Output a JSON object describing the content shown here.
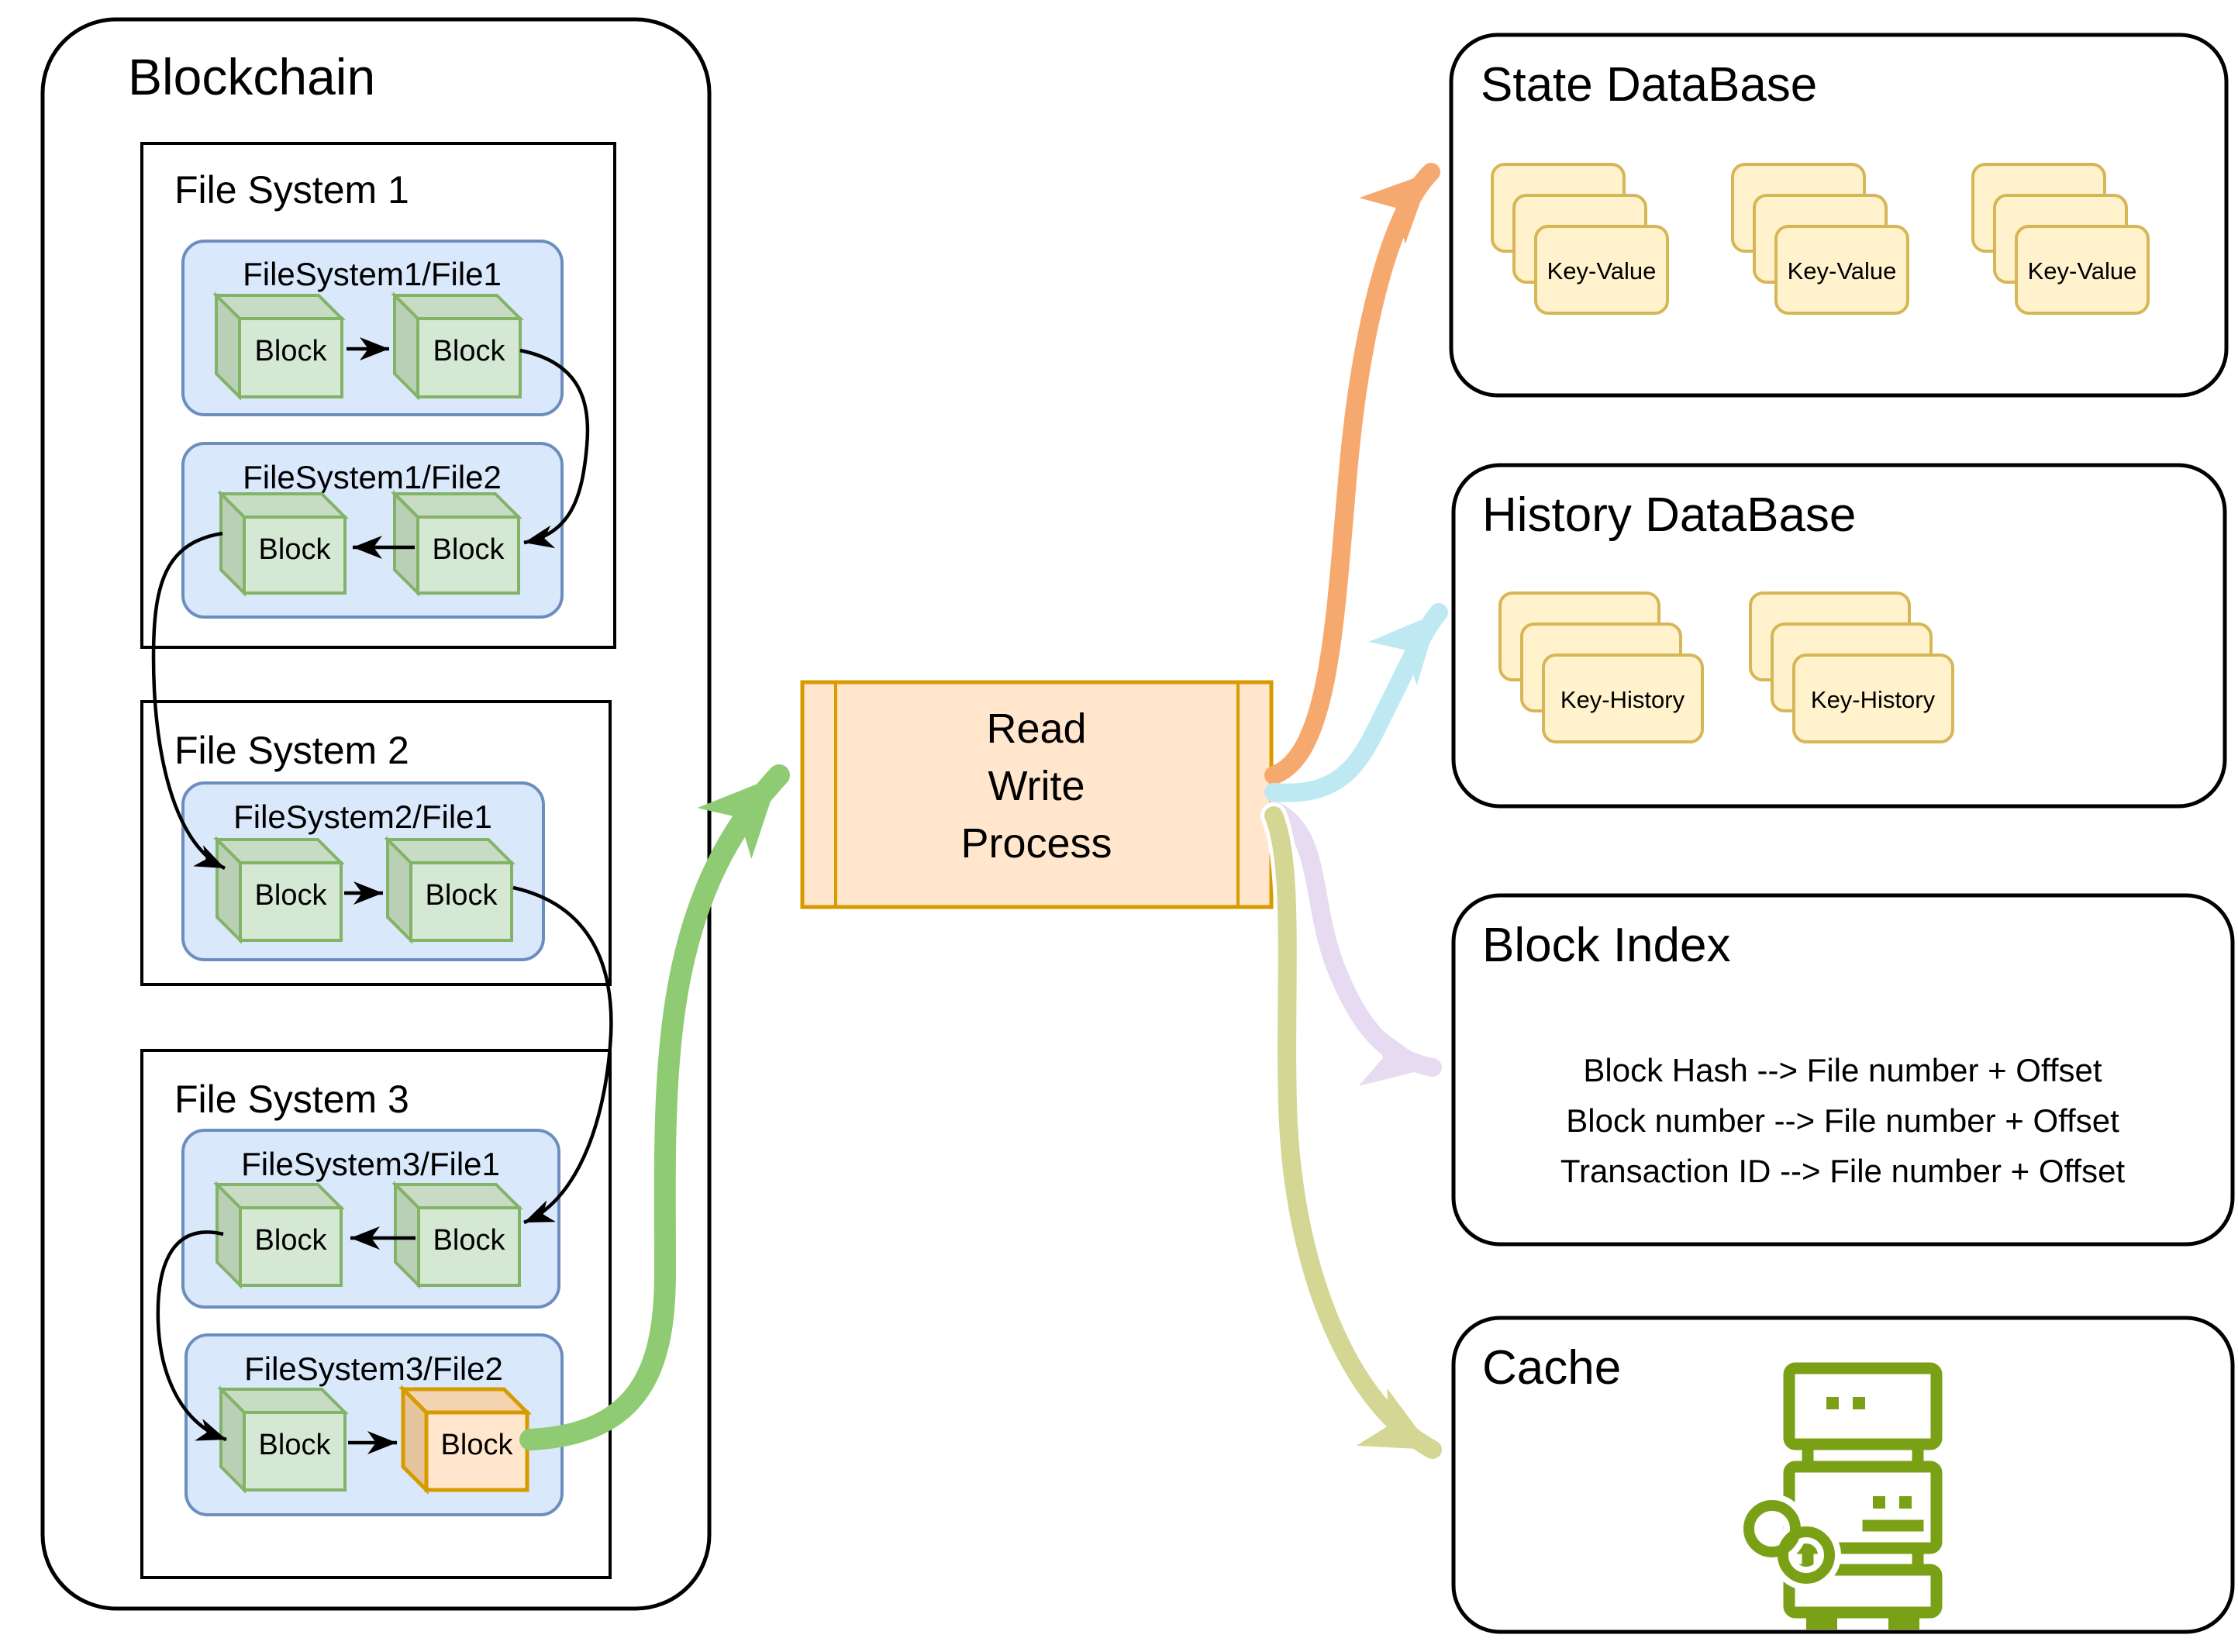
{
  "labels": {
    "block": "Block"
  },
  "blockchain": {
    "title": "Blockchain",
    "file_systems": [
      {
        "title": "File System 1",
        "files": [
          "FileSystem1/File1",
          "FileSystem1/File2"
        ]
      },
      {
        "title": "File System 2",
        "files": [
          "FileSystem2/File1"
        ]
      },
      {
        "title": "File System 3",
        "files": [
          "FileSystem3/File1",
          "FileSystem3/File2"
        ]
      }
    ]
  },
  "process": {
    "line1": "Read",
    "line2": "Write",
    "line3": "Process"
  },
  "state_database": {
    "title": "State DataBase",
    "card_label": "Key-Value",
    "stack_count": 3
  },
  "history_database": {
    "title": "History DataBase",
    "card_label": "Key-History",
    "stack_count": 2
  },
  "block_index": {
    "title": "Block Index",
    "mappings": [
      "Block Hash --> File number + Offset",
      "Block number --> File number + Offset",
      "Transaction ID --> File number + Offset"
    ]
  },
  "cache": {
    "title": "Cache"
  },
  "icons": {
    "cache_icon": "server-sync-icon"
  },
  "colors": {
    "file_box_fill": "#dae8fc",
    "file_box_stroke": "#6c8ebf",
    "cube_green_fill": "#d5e8d4",
    "cube_green_stroke": "#82b366",
    "cube_orange_fill": "#ffe6cc",
    "cube_orange_stroke": "#d79b00",
    "process_fill": "#ffe6cc",
    "process_stroke": "#d79b00",
    "card_fill": "#fff2cc",
    "card_stroke": "#d6b656",
    "arrow_green": "#8fcb72",
    "arrow_orange": "#f6a96f",
    "arrow_cyan": "#bfe9f2",
    "arrow_lavender": "#e7dbf2",
    "arrow_yellowgreen": "#d4d693",
    "cache_icon_green": "#7aa116"
  }
}
